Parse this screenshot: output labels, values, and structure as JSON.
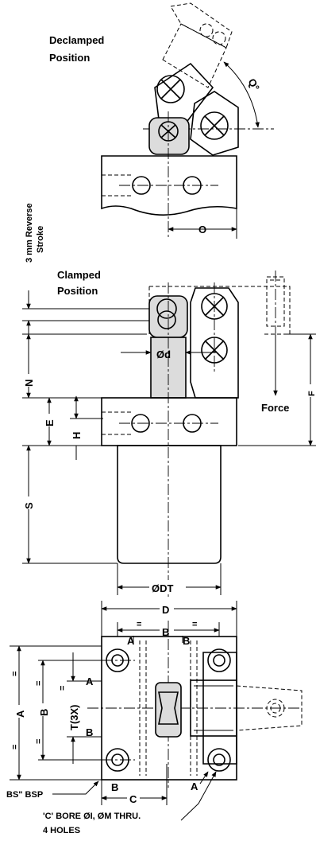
{
  "views": {
    "declamped": {
      "title_line1": "Declamped",
      "title_line2": "Position",
      "angle_label": "Q°",
      "dim_O": "O"
    },
    "clamped": {
      "title_line1": "Clamped",
      "title_line2": "Position",
      "reverse_stroke_line1": "3 mm Reverse",
      "reverse_stroke_line2": "Stroke",
      "dim_d": "Ød",
      "dim_N": "N",
      "dim_E": "E",
      "dim_H": "H",
      "dim_S": "S",
      "dim_F": "F",
      "force_label": "Force",
      "dim_DT": "ØDT"
    },
    "plan": {
      "dim_D": "D",
      "dim_A": "A",
      "dim_B": "B",
      "dim_T": "T(3X)",
      "dim_C": "C",
      "section_A": "A",
      "section_B": "B",
      "equal_mark": "=",
      "port_label": "BS\" BSP",
      "bore_line1": "'C' BORE ØI, ØM THRU.",
      "bore_line2": "4 HOLES"
    }
  }
}
